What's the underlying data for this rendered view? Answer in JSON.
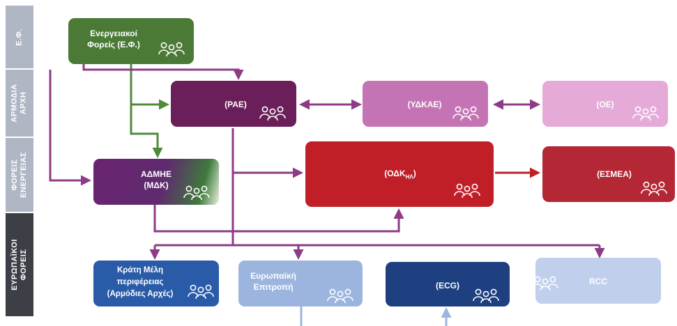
{
  "bands": [
    {
      "text": "Ε.Φ.",
      "color": "#b0b7c4"
    },
    {
      "text": "ΑΡΜΟΔΙΑ\nΑΡΧΗ",
      "color": "#b0b7c4"
    },
    {
      "text": "ΦΟΡΕΙΣ\nΕΝΕΡΓΕΙΑΣ",
      "color": "#b0b7c4"
    },
    {
      "text": "ΕΥΡΩΠΑΪΚΟΙ\nΦΟΡΕΙΣ",
      "color": "#3d3f47"
    }
  ],
  "boxes": {
    "ef": {
      "label": "Ενεργειακοί\nΦορείς (Ε.Φ.)",
      "color": "#4b7a37"
    },
    "pae": {
      "label": "(ΡΑΕ)",
      "color": "#6b1f5a"
    },
    "ydkae": {
      "label": "(ΥΔΚΑΕ)",
      "color": "#c474b4"
    },
    "oe": {
      "label": "(ΟΕ)",
      "color": "#e5aad8"
    },
    "admie": {
      "label": "ΑΔΜΗΕ\n(ΜΔΚ)",
      "color": "#6a2470"
    },
    "odk": {
      "label": "(ΟΔΚ",
      "sub": "ΗΛ",
      "label_end": ")",
      "color": "#c11f28"
    },
    "esmea": {
      "label": "(ΕΣΜΕΑ)",
      "color": "#b32834"
    },
    "kratimeli": {
      "label": "Κράτη Μέλη\nπεριφέρειας\n(Αρμόδιες Αρχές)",
      "color": "#2a5ba9"
    },
    "ec": {
      "label": "Ευρωπαϊκή\nΕπιτροπή",
      "color": "#9bb5de"
    },
    "ecg": {
      "label": "(ECG)",
      "color": "#1e3f80"
    },
    "rcc": {
      "label": "RCC",
      "color": "#c0d0ec"
    }
  },
  "colors": {
    "purple_line": "#8d3b86",
    "green_line": "#4f8a3b",
    "red_line": "#c11f28",
    "blue_line": "#9bb5de",
    "icon_stroke": "#ffffff"
  },
  "icons": [
    "people-icon"
  ]
}
